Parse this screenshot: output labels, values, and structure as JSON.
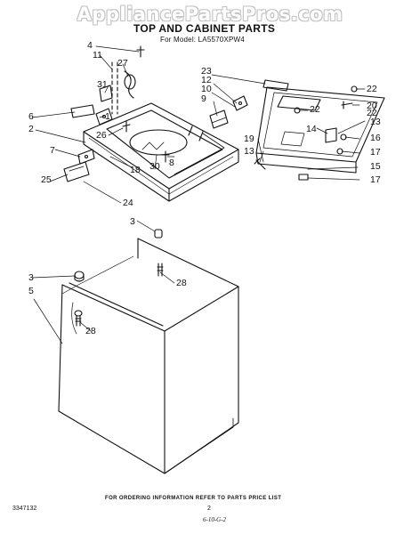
{
  "watermark": "AppliancePartsPros.com",
  "title": "TOP AND CABINET PARTS",
  "model_line": "For Model: LA5570XPW4",
  "footer_note": "FOR ORDERING INFORMATION REFER TO PARTS PRICE LIST",
  "figure_code": "3347132",
  "page_number": "2",
  "handwritten_mark": "6-10-G-2",
  "callouts": [
    "1",
    "2",
    "3",
    "3",
    "4",
    "5",
    "6",
    "7",
    "8",
    "9",
    "10",
    "11",
    "12",
    "13",
    "13",
    "14",
    "15",
    "16",
    "17",
    "17",
    "18",
    "19",
    "20",
    "22",
    "22",
    "22",
    "23",
    "24",
    "25",
    "26",
    "27",
    "28",
    "28",
    "30",
    "31"
  ]
}
